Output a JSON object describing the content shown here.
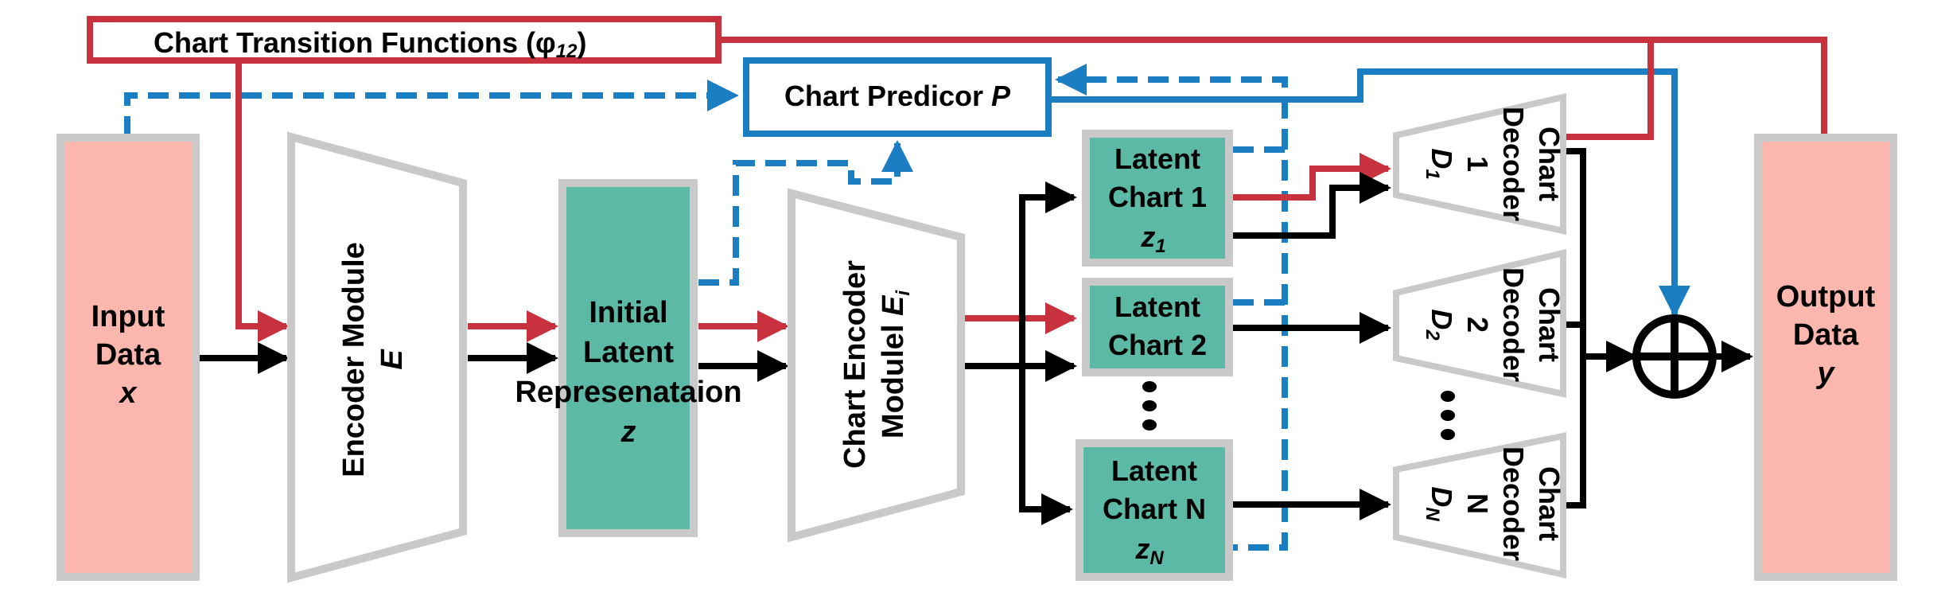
{
  "colors": {
    "red": "#C8313E",
    "blue": "#1B7EC2",
    "black": "#000000",
    "gray_border": "#C9C9C9",
    "pink_fill": "#FBB7AE",
    "teal_fill": "#5CB9A6"
  },
  "input": {
    "line1": "Input",
    "line2": "Data",
    "var": "x"
  },
  "output": {
    "line1": "Output",
    "line2": "Data",
    "var": "y"
  },
  "encoder": {
    "line1": "Encoder Module",
    "var": "E"
  },
  "initial_latent": {
    "line1": "Initial",
    "line2": "Latent",
    "line3": "Represenataion",
    "var": "z"
  },
  "chart_encoder": {
    "line1": "Chart Encoder",
    "line2": "Modulel",
    "var": "E",
    "var_sub": "i"
  },
  "chart_predictor": {
    "label": "Chart Predicor",
    "var": "P"
  },
  "transition": {
    "label": "Chart Transition Functions (",
    "phi": "φ",
    "phi_sub": "12",
    "close": ")"
  },
  "latent_charts": [
    {
      "line1": "Latent",
      "line2": "Chart 1",
      "var": "z",
      "sub": "1"
    },
    {
      "line1": "Latent",
      "line2": "Chart 2",
      "var": "",
      "sub": ""
    },
    {
      "line1": "Latent",
      "line2": "Chart N",
      "var": "z",
      "sub": "N"
    }
  ],
  "decoders": [
    {
      "line1": "Chart",
      "line2": "Decoder",
      "line3": "1",
      "var": "D",
      "sub": "1"
    },
    {
      "line1": "Chart",
      "line2": "Decoder",
      "line3": "2",
      "var": "D",
      "sub": "2"
    },
    {
      "line1": "Chart",
      "line2": "Decoder",
      "line3": "N",
      "var": "D",
      "sub": "N"
    }
  ],
  "combiner": {
    "icon": "circled-plus-icon"
  }
}
